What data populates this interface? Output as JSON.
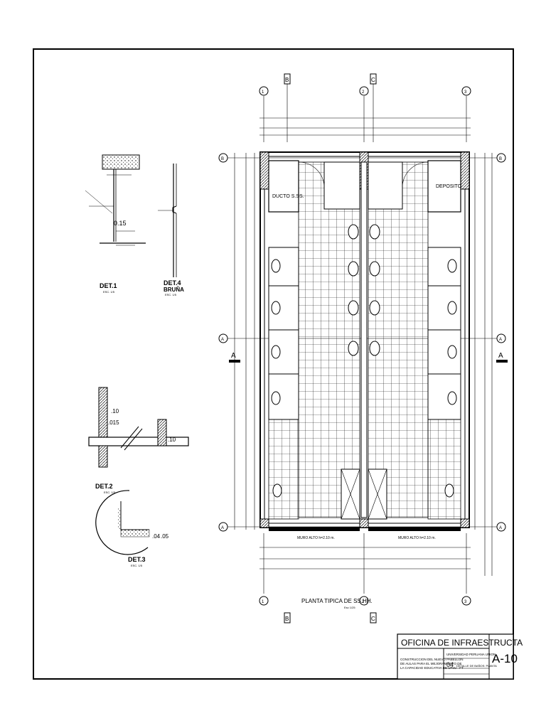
{
  "plan": {
    "title": "PLANTA TIPICA DE SS.HH.",
    "scale": "Esc 1/25",
    "axes_letters": [
      "B",
      "C"
    ],
    "axes_numbers": [
      "1",
      "2",
      "3"
    ],
    "row_labels": [
      "B",
      "A",
      "A"
    ],
    "section_mark": "A",
    "rooms": {
      "duct": "DUCTO S.SS.",
      "storage": "DEPOSITO",
      "wall_left": "MURO ALTO h=2.10 m.",
      "wall_right": "MURO ALTO h=2.10 m."
    },
    "colors": {
      "line": "#000000",
      "wall_hatch": "#555555",
      "paper": "#ffffff"
    }
  },
  "details": {
    "det1": {
      "title": "DET.1",
      "scale": "ESC. 1/5",
      "dim": "0.15"
    },
    "det4": {
      "title": "DET.4",
      "subtitle": "BRUÑA",
      "scale": "ESC. 1/5"
    },
    "det2": {
      "title": "DET.2",
      "scale": "ESC. 1/5",
      "dims": [
        ".10",
        ".015",
        ".10"
      ]
    },
    "det3": {
      "title": "DET.3",
      "scale": "ESC. 1/5",
      "dims": [
        ".04",
        ".05"
      ]
    }
  },
  "title_block": {
    "office": "OFICINA DE INFRAESTRUCTA",
    "sheet_code": "A-10",
    "owner": "UNIVERSIDAD PERUANA UNION",
    "project_lines": [
      "CONSTRUCCION DEL NUEVO PABELLON",
      "DE AULAS PARA EL MEJORAMIENTO DE",
      "LA CAPACIDAD EDUCATIVA DE UPeU - FT"
    ],
    "plan_name": "DETALLE DE BAÑOS: PLANTA",
    "code": "04"
  }
}
